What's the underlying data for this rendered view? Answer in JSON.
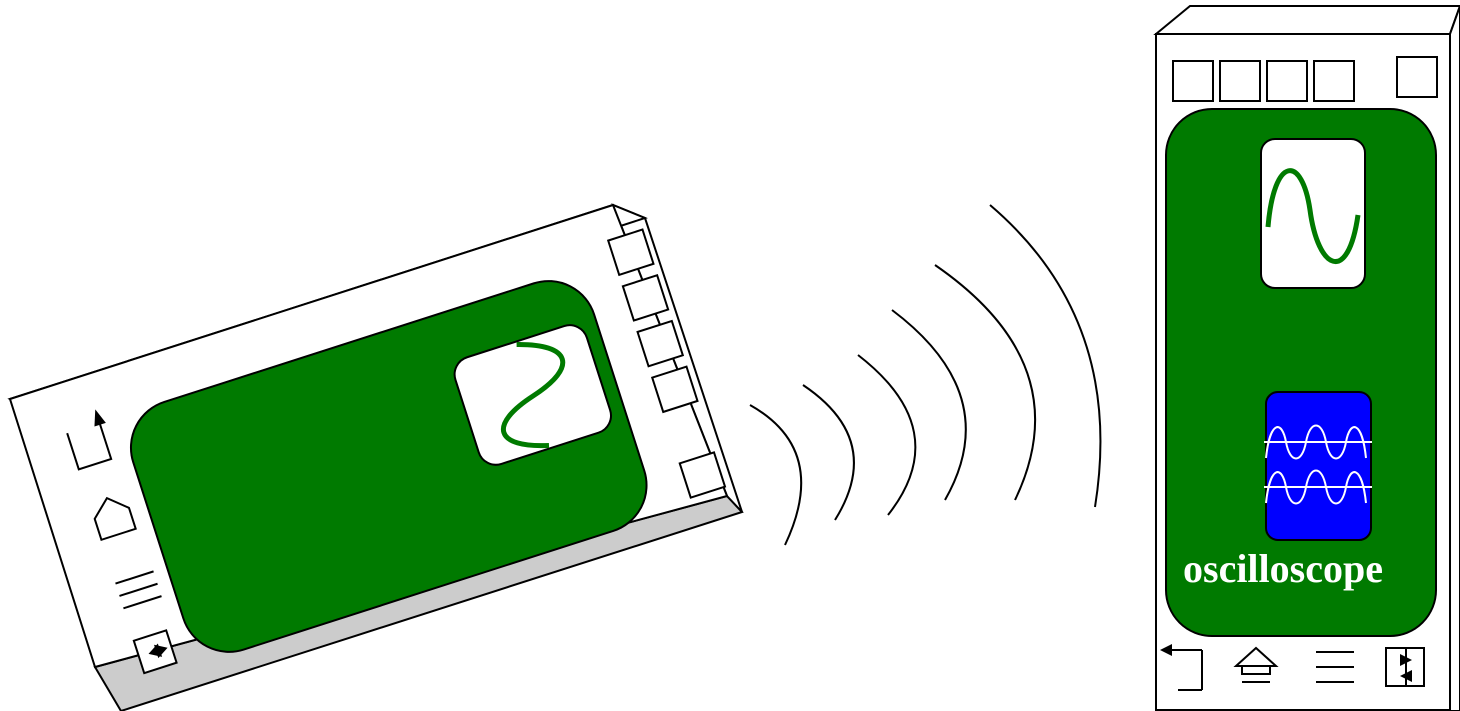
{
  "colors": {
    "screen": "#007a00",
    "wave": "#007a00",
    "app_tile": "#0000ff",
    "app_wave": "#ffffff",
    "device_shadow": "#cccccc",
    "outline": "#000000"
  },
  "phone_right": {
    "app_label": "oscilloscope",
    "nav_icons": [
      "back-icon",
      "home-icon",
      "menu-icon",
      "switch-app-icon"
    ],
    "top_buttons_count": 5
  },
  "phone_left": {
    "side_buttons_count": 5,
    "nav_icons": [
      "back-icon",
      "home-icon",
      "menu-icon",
      "switch-app-icon"
    ]
  },
  "signal": {
    "wave_count": 6,
    "icon": "wireless-signal-icon"
  }
}
